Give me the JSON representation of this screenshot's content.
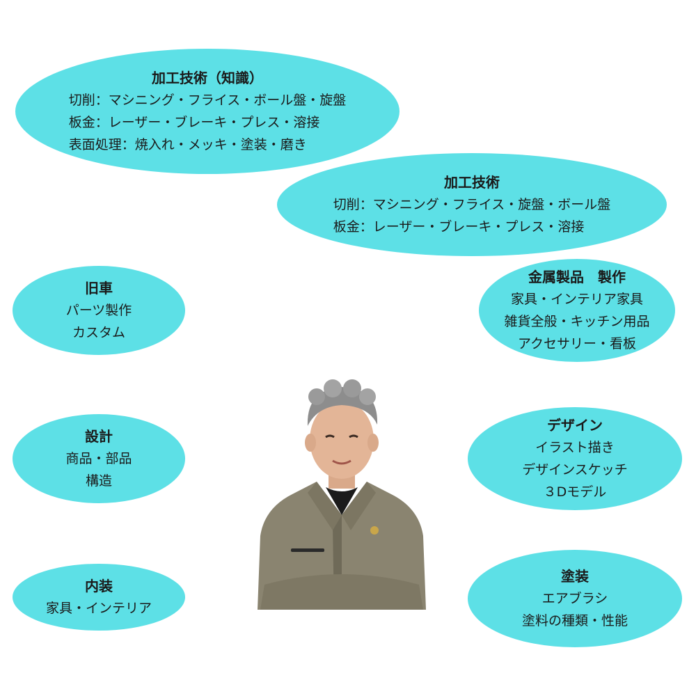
{
  "colors": {
    "bubble": "#5de0e6",
    "text": "#1a1a1a"
  },
  "bubbles": {
    "machining_knowledge": {
      "title": "加工技術（知識）",
      "lines": [
        "切削：マシニング・フライス・ボール盤・旋盤",
        "板金：レーザー・ブレーキ・プレス・溶接",
        "表面処理：焼入れ・メッキ・塗装・磨き"
      ]
    },
    "machining": {
      "title": "加工技術",
      "lines": [
        "切削：マシニング・フライス・旋盤・ボール盤",
        "板金：レーザー・ブレーキ・プレス・溶接"
      ]
    },
    "old_car": {
      "title": "旧車",
      "lines": [
        "パーツ製作",
        "カスタム"
      ]
    },
    "metal_products": {
      "title": "金属製品　製作",
      "lines": [
        "家具・インテリア家具",
        "雑貨全般・キッチン用品",
        "アクセサリー・看板"
      ]
    },
    "design_eng": {
      "title": "設計",
      "lines": [
        "商品・部品",
        "構造"
      ]
    },
    "design_art": {
      "title": "デザイン",
      "lines": [
        "イラスト描き",
        "デザインスケッチ",
        "３Dモデル"
      ]
    },
    "interior": {
      "title": "内装",
      "lines": [
        "家具・インテリア"
      ]
    },
    "painting": {
      "title": "塗装",
      "lines": [
        "エアブラシ",
        "塗料の種類・性能"
      ]
    }
  }
}
